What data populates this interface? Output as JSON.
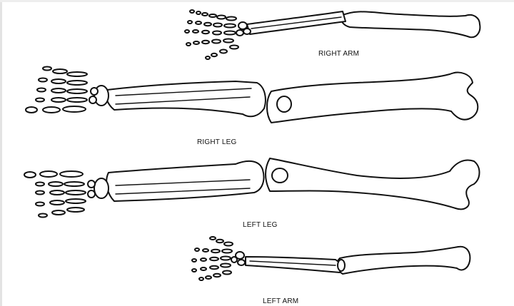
{
  "labels": {
    "right_arm": "RIGHT ARM",
    "right_leg": "RIGHT LEG",
    "left_leg": "LEFT LEG",
    "left_arm": "LEFT ARM"
  },
  "colors": {
    "background": "#ffffff",
    "outline": "#111111"
  }
}
